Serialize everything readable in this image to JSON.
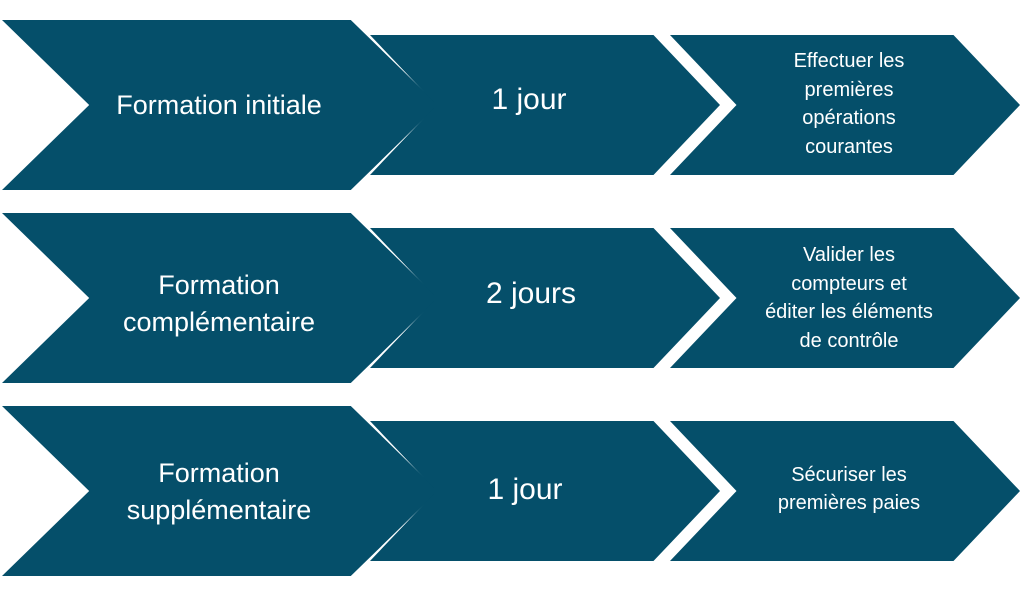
{
  "colors": {
    "chevron_fill": "#054f6a",
    "text": "#ffffff",
    "background": "#ffffff"
  },
  "rows": [
    {
      "formation": "Formation initiale",
      "duree": "1 jour",
      "objectif": "Effectuer les\npremières\nopérations\ncourantes"
    },
    {
      "formation": "Formation\ncomplémentaire",
      "duree": "2 jours",
      "objectif": "Valider les\ncompteurs et\néditer les éléments\nde contrôle"
    },
    {
      "formation": "Formation\nsupplémentaire",
      "duree": "1 jour",
      "objectif": "Sécuriser les\npremières paies"
    }
  ]
}
